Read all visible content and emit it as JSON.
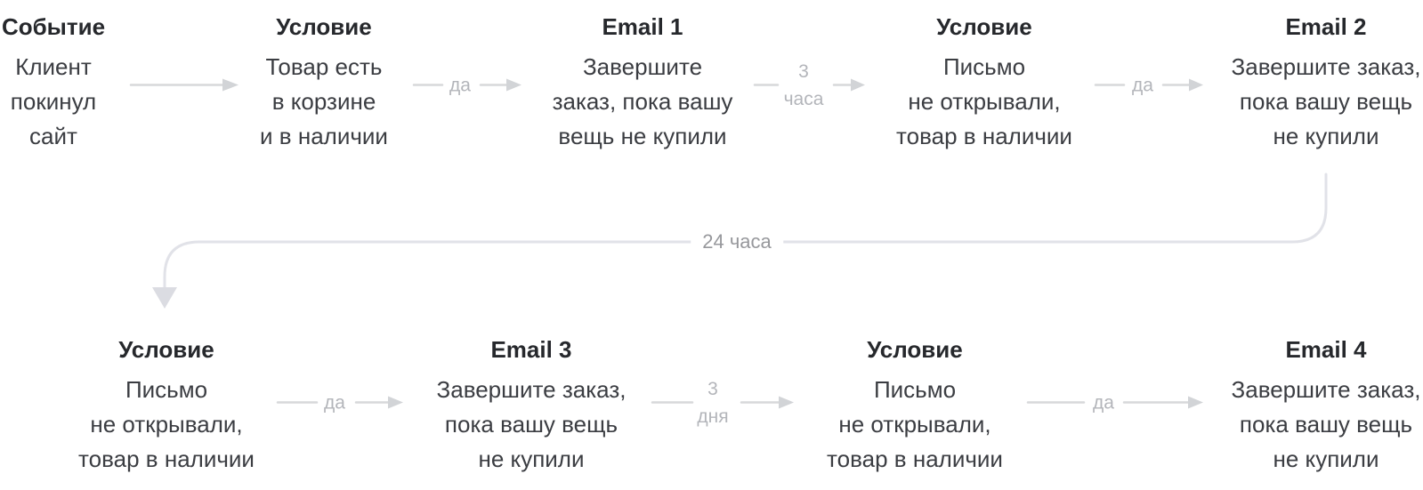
{
  "diagram_title": "email-retargeting-flow",
  "nodes": [
    {
      "title": "Событие",
      "lines": [
        "Клиент",
        "покинул",
        "сайт"
      ]
    },
    {
      "title": "Условие",
      "lines": [
        "Товар есть",
        "в корзине",
        "и в наличии"
      ]
    },
    {
      "title": "Email 1",
      "lines": [
        "Завершите",
        "заказ, пока вашу",
        "вещь не купили"
      ]
    },
    {
      "title": "Условие",
      "lines": [
        "Письмо",
        "не открывали,",
        "товар в наличии"
      ]
    },
    {
      "title": "Email 2",
      "lines": [
        "Завершите заказ,",
        "пока вашу вещь",
        "не купили"
      ]
    },
    {
      "title": "Условие",
      "lines": [
        "Письмо",
        "не открывали,",
        "товар в наличии"
      ]
    },
    {
      "title": "Email 3",
      "lines": [
        "Завершите заказ,",
        "пока вашу вещь",
        "не купили"
      ]
    },
    {
      "title": "Условие",
      "lines": [
        "Письмо",
        "не открывали,",
        "товар в наличии"
      ]
    },
    {
      "title": "Email 4",
      "lines": [
        "Завершите заказ,",
        "пока вашу вещь",
        "не купили"
      ]
    }
  ],
  "connector_labels": {
    "yes_1": "да",
    "yes_2": "да",
    "yes_3": "да",
    "yes_4": "да",
    "delay_3_hours": [
      "3",
      "часа"
    ],
    "delay_3_days": [
      "3",
      "дня"
    ],
    "delay_24_hours": "24 часа"
  },
  "colors": {
    "background": "#ffffff",
    "title_text": "#26282c",
    "body_text": "#3b3d42",
    "arrow": "#d7d8da",
    "arrow_label": "#b3b5ba",
    "delay_line": "#e1e2e8",
    "delay_label": "#97989c"
  }
}
